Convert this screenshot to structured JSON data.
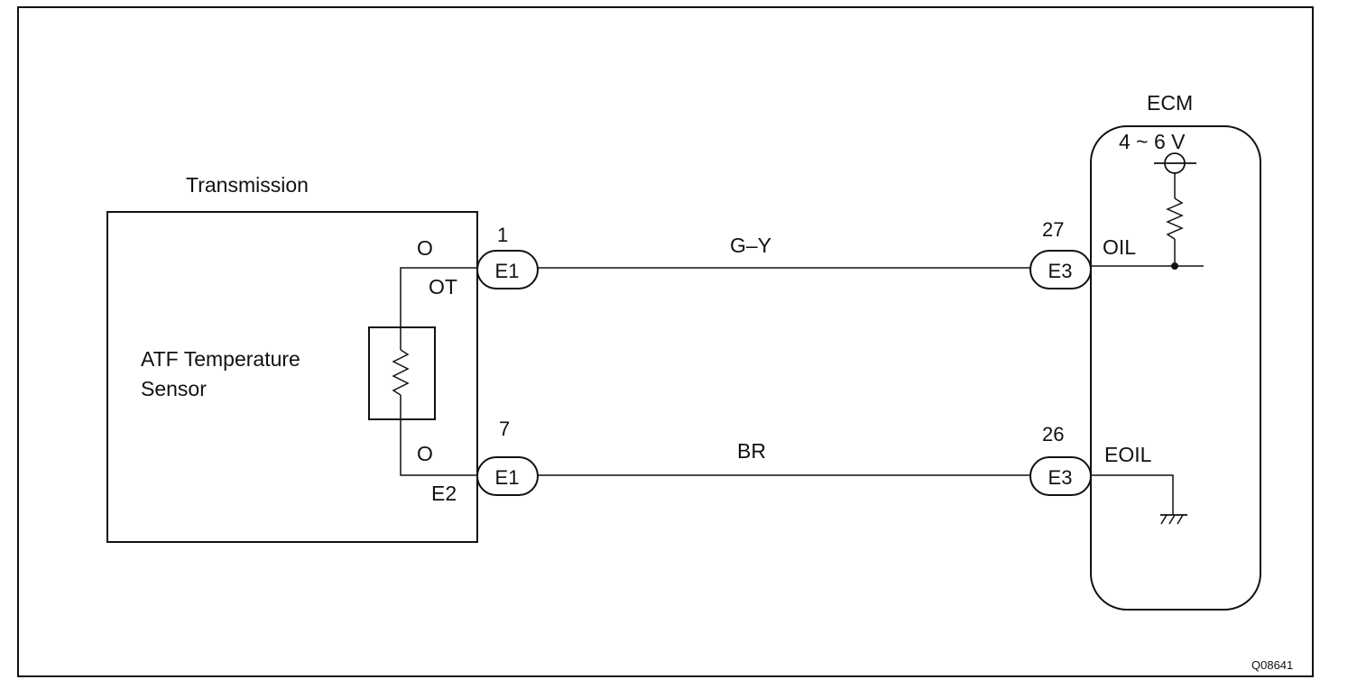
{
  "transmission": {
    "title": "Transmission",
    "sensor_name_line1": "ATF Temperature",
    "sensor_name_line2": "Sensor",
    "terminal_top_symbol": "O",
    "terminal_top_name": "OT",
    "terminal_bottom_symbol": "O",
    "terminal_bottom_name": "E2"
  },
  "connectors": {
    "e1_top": {
      "label": "E1",
      "pin": "1"
    },
    "e1_bottom": {
      "label": "E1",
      "pin": "7"
    },
    "e3_top": {
      "label": "E3",
      "pin": "27"
    },
    "e3_bottom": {
      "label": "E3",
      "pin": "26"
    }
  },
  "wires": {
    "top": {
      "color_code": "G–Y"
    },
    "bottom": {
      "color_code": "BR"
    }
  },
  "ecm": {
    "title": "ECM",
    "supply_voltage": "4 ~ 6 V",
    "terminal_top": "OIL",
    "terminal_bottom": "EOIL"
  },
  "figure_code": "Q08641"
}
